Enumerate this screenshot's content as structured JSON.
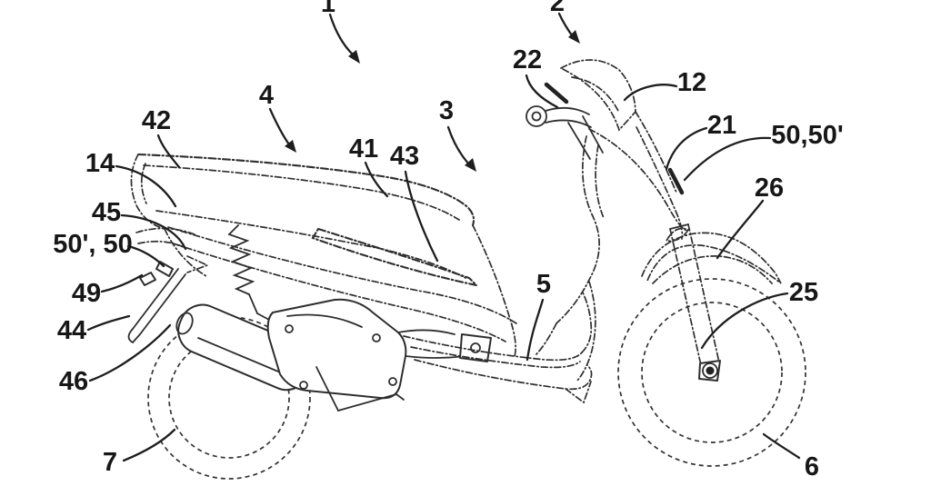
{
  "figure": {
    "description": "Patent-style side-view line drawing of a motor scooter with numbered reference labels",
    "background_color": "#ffffff",
    "line_color": "#2e2e2e",
    "label_color": "#171717"
  },
  "labels": [
    {
      "text": "1"
    },
    {
      "text": "2"
    },
    {
      "text": "3"
    },
    {
      "text": "4"
    },
    {
      "text": "5"
    },
    {
      "text": "6"
    },
    {
      "text": "7"
    },
    {
      "text": "12"
    },
    {
      "text": "14"
    },
    {
      "text": "21"
    },
    {
      "text": "22"
    },
    {
      "text": "25"
    },
    {
      "text": "26"
    },
    {
      "text": "41"
    },
    {
      "text": "42"
    },
    {
      "text": "43"
    },
    {
      "text": "44"
    },
    {
      "text": "45"
    },
    {
      "text": "46"
    },
    {
      "text": "49"
    },
    {
      "text": "50,50'"
    },
    {
      "text": "50', 50"
    }
  ]
}
